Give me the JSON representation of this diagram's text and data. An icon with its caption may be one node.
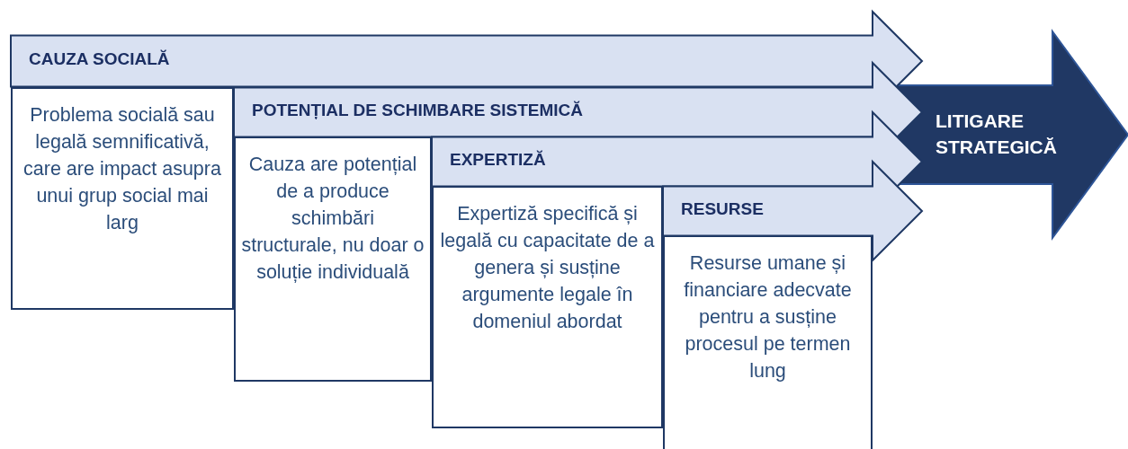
{
  "diagram": {
    "nodes": [
      {
        "text": [
          "CAUZA SOCIALĂ"
        ]
      },
      {
        "text": [
          "Problema socială sau legală semnificativă, care are impact asupra unui grup social mai larg"
        ]
      },
      {
        "text": [
          "POTENȚIAL DE SCHIMBARE SISTEMICĂ"
        ]
      },
      {
        "text": [
          "Cauza are potențial de a produce schimbări structurale, nu doar o soluție individuală"
        ]
      },
      {
        "text": [
          "EXPERTIZĂ"
        ]
      },
      {
        "text": [
          "Expertiză specifică și legală cu capacitate de a genera și susține argumente legale în domeniul abordat"
        ]
      },
      {
        "text": [
          "RESURSE"
        ]
      },
      {
        "text": [
          "Resurse umane și financiare adecvate pentru a susține procesul pe termen lung"
        ]
      },
      {
        "text": [
          "LITIGARE STRATEGICĂ"
        ]
      }
    ]
  }
}
